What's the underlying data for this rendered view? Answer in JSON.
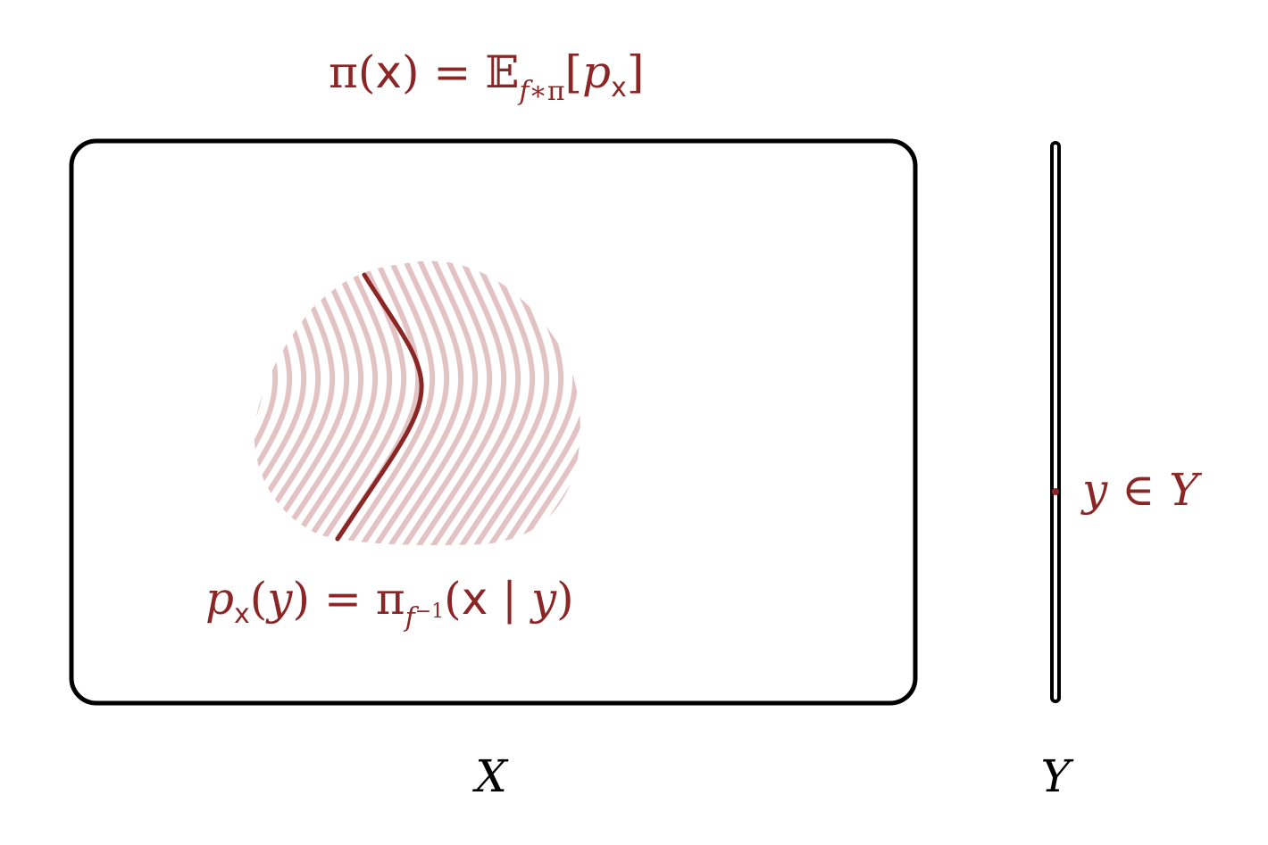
{
  "colors": {
    "accent": "#8b2626",
    "stripe": "#e2c2c2",
    "frame": "#000000"
  },
  "top_formula": {
    "pi": "π",
    "open": "(",
    "x": "x",
    "close_eq": ") = ",
    "E": "𝔼",
    "sub_f": "f",
    "sub_star": "∗",
    "sub_pi": "π",
    "lbr": "[",
    "p": "p",
    "p_sub_x": "x",
    "rbr": "]"
  },
  "inner_formula": {
    "p": "p",
    "p_sub_x": "x",
    "open": "(",
    "y": "y",
    "close_eq": ") = ",
    "pi": "π",
    "sub_f": "f",
    "sup_inv": "−1",
    "open2": "(",
    "x": "x",
    "bar": " | ",
    "y2": "y",
    "close2": ")"
  },
  "point_label": {
    "y": "y",
    "in": " ∈ ",
    "Y": "Y"
  },
  "x_space_label": "X",
  "y_space_label": "Y"
}
